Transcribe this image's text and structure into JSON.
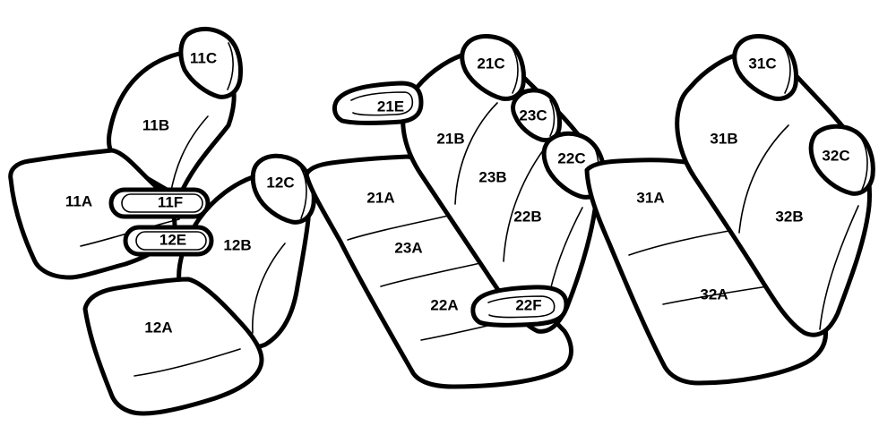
{
  "labels": {
    "11A": "11A",
    "11B": "11B",
    "11C": "11C",
    "11F": "11F",
    "12A": "12A",
    "12B": "12B",
    "12C": "12C",
    "12E": "12E",
    "21A": "21A",
    "21B": "21B",
    "21C": "21C",
    "21E": "21E",
    "22A": "22A",
    "22B": "22B",
    "22C": "22C",
    "22F": "22F",
    "23A": "23A",
    "23B": "23B",
    "23C": "23C",
    "31A": "31A",
    "31B": "31B",
    "31C": "31C",
    "32A": "32A",
    "32B": "32B",
    "32C": "32C"
  },
  "colors": {
    "line": "#000000",
    "fill": "#ffffff"
  }
}
